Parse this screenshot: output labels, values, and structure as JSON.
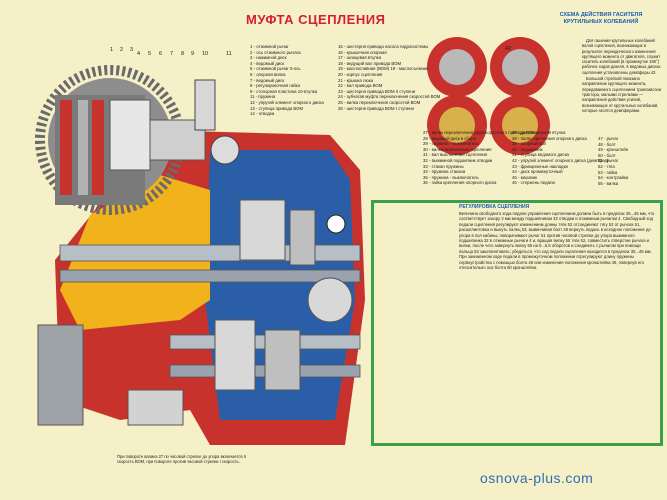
{
  "title": "МУФТА СЦЕПЛЕНИЯ",
  "damper": {
    "title": "СХЕМА ДЕЙСТВИЯ ГАСИТЕЛЯ КРУТИЛЬНЫХ КОЛЕБАНИЙ",
    "label": "42",
    "text": [
      "Для гашения крутильных колебаний валов сцепления, возникающих в результате периодического изменения крутящего момента от двигателя, служит гаситель колебаний (в промежутке 180°) рабочих ходов дизеля, в ведомых дисках сцепления установлены демпферы 42.",
      "Большой стрелкой показано направление крутящего момента, передаваемого сцеплением трансмиссии трактора, малыми стрелками — направления действия усилий, возникающих от крутильных колебаний, которые гасятся демпферами."
    ]
  },
  "legend_col1": [
    "1 - отжимной рычаг",
    "2 - ось отжимного рычага",
    "3 - нажимной диск",
    "4 - ведомый диск",
    "5 - отжимной рычаг 5-ось",
    "6 - опорная вилка",
    "7 - ведомый диск",
    "8 - регулировочная гайка",
    "9 - стопорная пластина 10-втулка",
    "11 - пружина",
    "12 - упругий элемент опорного диска",
    "13 - ступица привода ВОМ",
    "14 - отводка"
  ],
  "legend_col2": [
    "15 - шестерня привода насоса гидросистемы",
    "16 - крышечная опорная",
    "17 - шлицевая втулка",
    "18 - ведущий вал привода ВОМ",
    "19 - маслосливная (ВОМ) 19 - маслосъемник",
    "20 - корпус сцепления",
    "21 - крышка люка",
    "22 - вал привода ВОМ",
    "23 - шестерня привода ВОМ II ступени",
    "24 - зубчатая муфта переключения скоростей ВОМ",
    "25 - вилка переключения скоростей ВОМ",
    "26 - шестерня привода ВОМ I ступени"
  ],
  "legend_col3": [
    "27 - валик переключения двухскоростного привода ВОМ",
    "28 - ведомый диск в сборе",
    "29 - пружина - выключатель",
    "30 - вилка выключения сцепления",
    "31 - вал выключения сцепления",
    "32 - выжимной подшипник отводки",
    "33 - стакан пружины",
    "34 - пружина стакана",
    "35 - пружина - выключатель",
    "36 - гайка крепления опорного диска"
  ],
  "legend_col4": [
    "37 - дистанционная втулка",
    "38 - палец крепления опорного диска",
    "39 - опорный вал",
    "40 - подшипник",
    "41 - ступица ведомого диска",
    "42 - упругий элемент опорного диска (демпфер)",
    "43 - фрикционные накладки",
    "44 - диск промежуточный",
    "45 - маховик",
    "46 - стержень педали"
  ],
  "legend_col5": [
    "47 - рычаг",
    "48 - болт",
    "49 - кронштейн",
    "50 - болт",
    "51 - рычаг",
    "52 - тяга",
    "53 - гайка",
    "54 - контргайка",
    "55 - вилка"
  ],
  "regulation": {
    "title": "РЕГУЛИРОВКА СЦЕПЛЕНИЯ",
    "text": "Величина свободного хода педали управления сцеплением должна быть в пределах 35...45 мм, что соответствует зазору 3 мм между подшипником 32 отводки и отжимным рычагом 4. Свободный ход педали сцепления регулируют изменением длины тяги 52 отсоединяют тягу 52 от рычага 51, расшплинтовка и вынуть палец 53; вывинчивая болт 48 вернуть педаль в исходное положение до упора в пол кабины; поворачивают рычаг 51 против часовой стрелки до упора выжимного подшипника 32 в отжимные рычаги 4 и, вращая вилку 55 тяги 52, совместить отверстие рычага и вилки, после чего завернуть вилку 55 на 5...5,5 оборотов и соединить с рычагом при помощи пальца 53 зашплинтовать; убедиться, что ход педали сцепления находится в пределах 35...45 мм. При заниженном ходе педали в промежуточном положении отрегулируют длину пружины сервоустройства с помощью болта 48 или изменения положения кронштейна 49, повернув его относительно оси болта 50 кронштейна."
  },
  "note": "При повороте валика 27 по часовой стрелке до упора включается II скорость ВОМ, при повороте против часовой стрелки I скорость.",
  "site": "osnova-plus.com",
  "top_numbers": [
    "1",
    "2",
    "3",
    "4",
    "5",
    "6",
    "7",
    "8",
    "9",
    "10",
    "11"
  ],
  "colors": {
    "title": "#d3202c",
    "blue": "#1b5ea8",
    "green": "#3aa04a",
    "red": "#c0392b",
    "yellow": "#f2b21c",
    "steel": "#9aa3ad"
  }
}
